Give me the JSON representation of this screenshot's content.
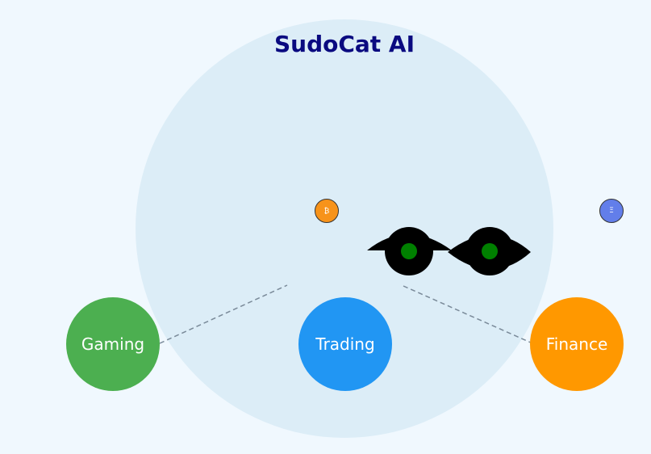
{
  "title": "SudoCat AI",
  "nodes": [
    {
      "label": "Gaming",
      "color": "#4caf50"
    },
    {
      "label": "Trading",
      "color": "#2196f3"
    },
    {
      "label": "Finance",
      "color": "#ff9800"
    }
  ],
  "coins": [
    {
      "symbol": "₿",
      "icon": "bitcoin-icon",
      "color": "#f7931a"
    },
    {
      "symbol": "Ξ",
      "icon": "ethereum-icon",
      "color": "#627eea"
    }
  ],
  "colors": {
    "background": "#f0f8fe",
    "circle": "#dcedf7",
    "title": "#0a0a80",
    "pupil": "#008000"
  }
}
